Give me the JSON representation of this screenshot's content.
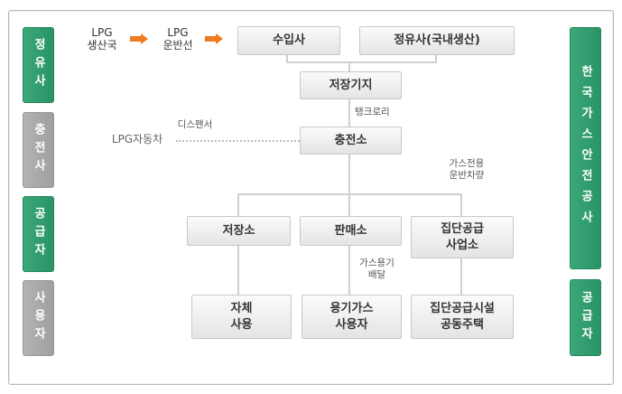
{
  "side_left": [
    {
      "label": "정유사",
      "color": "green"
    },
    {
      "label": "충전사",
      "color": "gray"
    },
    {
      "label": "공급자",
      "color": "green"
    },
    {
      "label": "사용자",
      "color": "gray"
    }
  ],
  "side_right": [
    {
      "label": "한국가스안전공사",
      "color": "green"
    },
    {
      "label": "공급자",
      "color": "green"
    }
  ],
  "top": {
    "lpg_producer": "LPG\n생산국",
    "lpg_carrier": "LPG\n운반선"
  },
  "boxes": {
    "importer": "수입사",
    "refinery": "정유사(국내생산)",
    "storage_base": "저장기지",
    "charging_station": "충전소",
    "storage": "저장소",
    "sales": "판매소",
    "group_supply": "집단공급\n사업소",
    "self_use": "자체\n사용",
    "cylinder_user": "용기가스\n사용자",
    "group_facility": "집단공급시설\n공동주택"
  },
  "labels": {
    "tank_lorry": "탱크로리",
    "dispenser": "디스펜서",
    "lpg_car": "LPG자동차",
    "gas_transport": "가스전용\n운반차량",
    "cylinder_delivery": "가스용기\n배달"
  },
  "colors": {
    "accent_green": "#2a9466",
    "gray": "#a6a6a6",
    "arrow_orange": "#f07a1e"
  }
}
